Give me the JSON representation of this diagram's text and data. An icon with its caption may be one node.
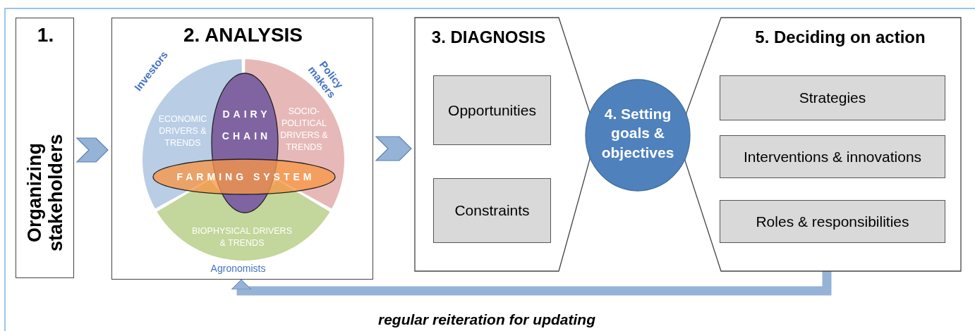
{
  "diagram": {
    "nodes": [
      {
        "text": [
          "1.",
          "Organizing stakeholders"
        ]
      },
      {
        "text": [
          "2. ANALYSIS"
        ]
      },
      {
        "text": [
          "ECONOMIC DRIVERS & TRENDS"
        ],
        "in": 1,
        "beside": [
          "Investors"
        ]
      },
      {
        "text": [
          "DAIRY CHAIN"
        ],
        "in": 1
      },
      {
        "text": [
          "SOCIO-POLITICAL DRIVERS & TRENDS"
        ],
        "in": 1,
        "beside": [
          "Policy makers"
        ]
      },
      {
        "text": [
          "FARMING SYSTEM"
        ],
        "in": 1
      },
      {
        "text": [
          "BIOPHYSICAL DRIVERS & TRENDS"
        ],
        "in": 1,
        "beside": [
          "Agronomists"
        ]
      },
      {
        "text": [
          "3. DIAGNOSIS"
        ]
      },
      {
        "text": [
          "Opportunities"
        ],
        "in": 7
      },
      {
        "text": [
          "Constraints"
        ],
        "in": 7
      },
      {
        "text": [
          "4. Setting goals & objectives"
        ]
      },
      {
        "text": [
          "5. Deciding on action"
        ]
      },
      {
        "text": [
          "Strategies"
        ],
        "in": 11
      },
      {
        "text": [
          "Interventions & innovations"
        ],
        "in": 11
      },
      {
        "text": [
          "Roles & responsibilities"
        ],
        "in": 11
      }
    ],
    "edges": [
      {
        "from": 0,
        "to": 1,
        "arrow": "to"
      },
      {
        "from": 1,
        "to": 7,
        "arrow": "to"
      },
      {
        "from": 11,
        "to": 1,
        "arrow": "to",
        "label": "regular reiteration for updating"
      }
    ]
  }
}
